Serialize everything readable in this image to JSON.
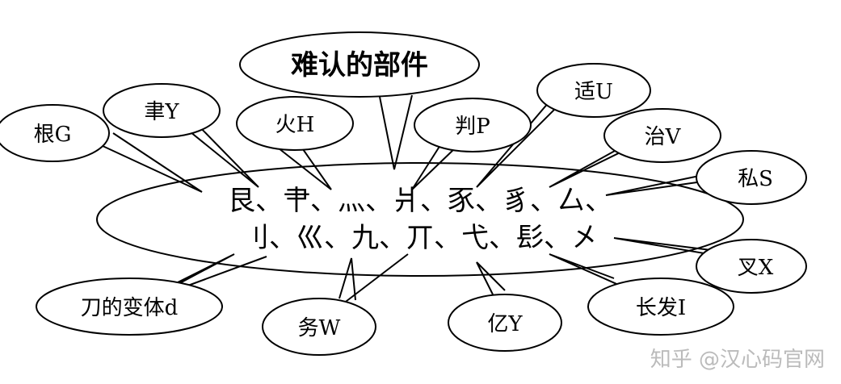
{
  "title": "难认的部件",
  "row1": "艮、肀、灬、爿、豕、豸、厶、",
  "row2": "刂、巛、九、丌、弋、髟、㐅",
  "callouts": [
    "根G",
    "聿Y",
    "火H",
    "判P",
    "适U",
    "治V",
    "私S",
    "叉X",
    "长发I",
    "亿Y",
    "务W",
    "刀的变体d"
  ],
  "watermark": "知乎 @汉心码官网"
}
